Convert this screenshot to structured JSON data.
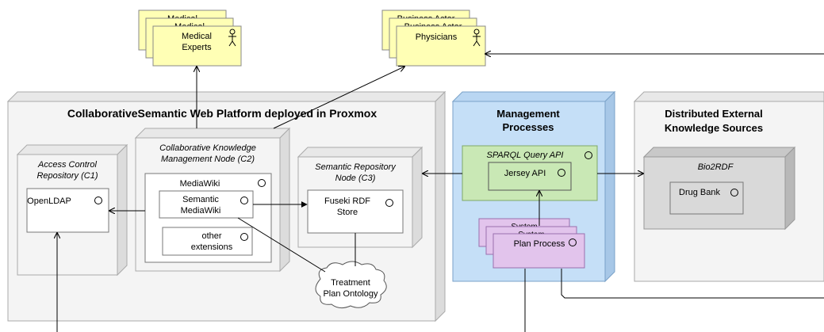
{
  "actors": {
    "medical_experts": {
      "label_line1": "Medical",
      "label_line2": "Experts",
      "stack_label": "Medical"
    },
    "physicians": {
      "label": "Physicians",
      "stack_label": "Business Actor"
    }
  },
  "platform": {
    "title": "CollaborativeSemantic Web Platform deployed in Proxmox",
    "access_control": {
      "title_line1": "Access Control",
      "title_line2": "Repository (C1)",
      "component": "OpenLDAP"
    },
    "knowledge_mgmt": {
      "title_line1": "Collaborative Knowledge",
      "title_line2": "Management Node (C2)",
      "mediawiki": "MediaWiki",
      "semantic_line1": "Semantic",
      "semantic_line2": "MediaWiki",
      "other_line1": "other",
      "other_line2": "extensions"
    },
    "semantic_repo": {
      "title_line1": "Semantic Repository",
      "title_line2": "Node (C3)",
      "fuseki_line1": "Fuseki RDF",
      "fuseki_line2": "Store"
    },
    "ontology": {
      "line1": "Treatment",
      "line2": "Plan Ontology"
    }
  },
  "management": {
    "title_line1": "Management",
    "title_line2": "Processes",
    "sparql": "SPARQL Query API",
    "jersey": "Jersey API",
    "plan_process": "Plan Process",
    "plan_stack_label": "System"
  },
  "external": {
    "title_line1": "Distributed External",
    "title_line2": "Knowledge Sources",
    "bio2rdf": "Bio2RDF",
    "drugbank": "Drug Bank"
  },
  "colors": {
    "actor_fill": "#ffffb5",
    "node_fill": "#f4f4f4",
    "node_side": "#dcdcdc",
    "mgmt_fill": "#c5dff7",
    "mgmt_side": "#a7c7e7",
    "api_fill": "#c9e8b5",
    "process_fill": "#e2c4ec",
    "ext_dark": "#d9d9d9"
  }
}
